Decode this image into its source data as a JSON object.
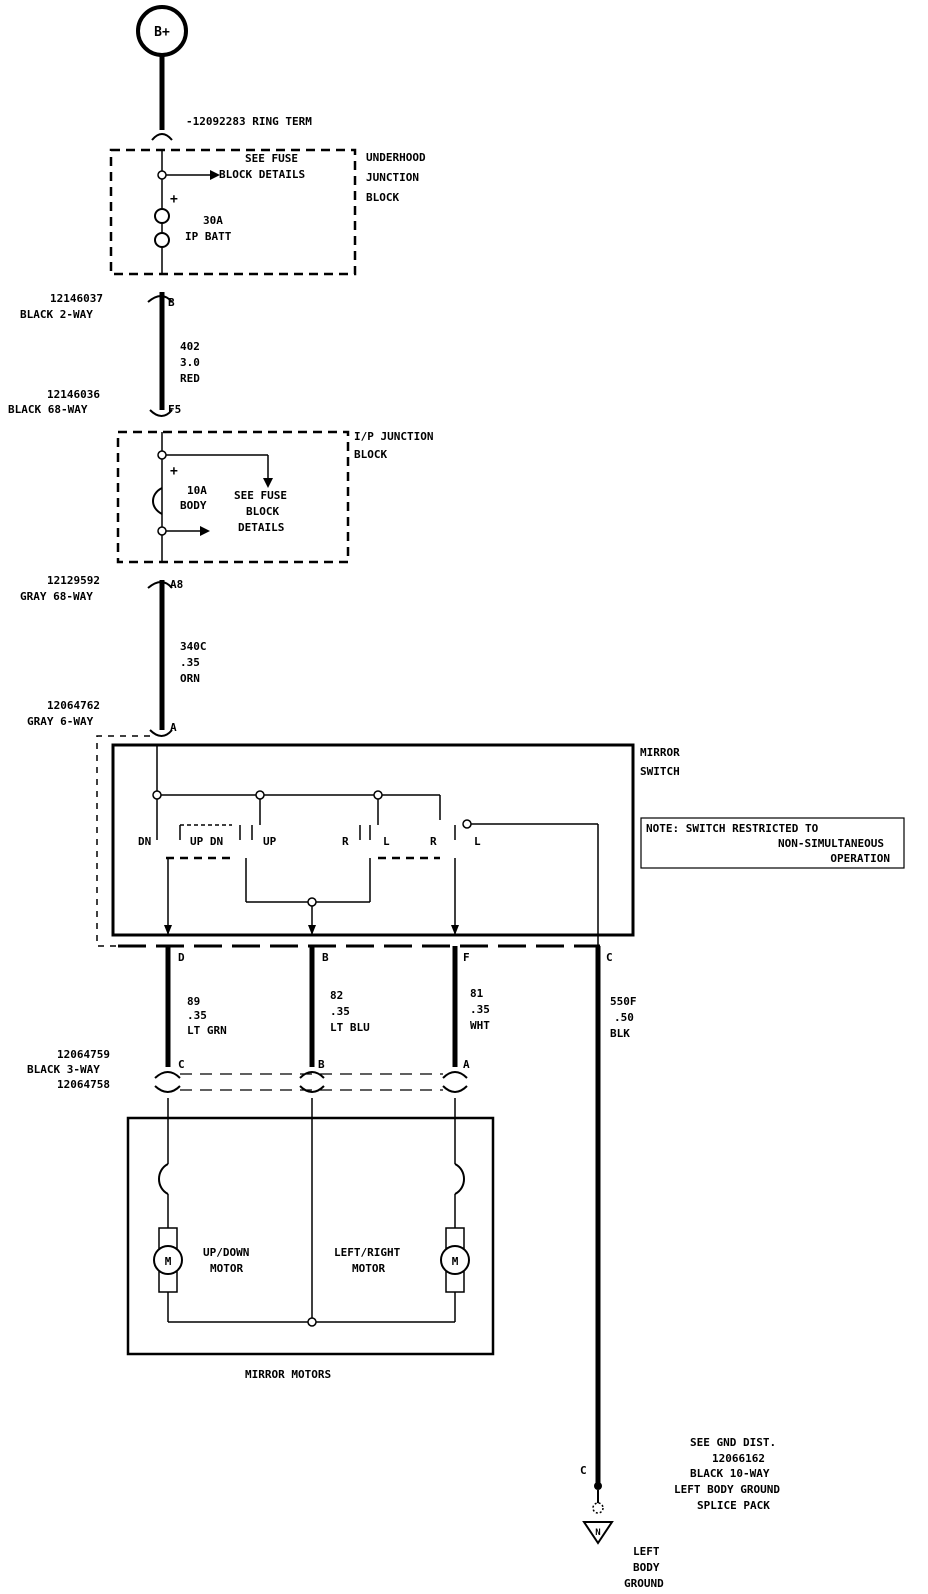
{
  "power": {
    "label": "B+"
  },
  "ring_term": "-12092283  RING TERM",
  "underhood_block": {
    "title": [
      "UNDERHOOD",
      "JUNCTION",
      "BLOCK"
    ],
    "see_fuse": [
      "SEE FUSE",
      "BLOCK DETAILS"
    ],
    "fuse": [
      "30A",
      "IP BATT"
    ]
  },
  "conn_b": {
    "part": "12146037",
    "desc": "BLACK 2-WAY",
    "pin": "B"
  },
  "wire_402": [
    "402",
    "3.0",
    "RED"
  ],
  "conn_f5": {
    "part": "12146036",
    "desc": "BLACK 68-WAY",
    "pin": "F5"
  },
  "ip_block": {
    "title": [
      "I/P JUNCTION",
      "BLOCK"
    ],
    "fuse": [
      "10A",
      "BODY"
    ],
    "see_fuse": [
      "SEE FUSE",
      "BLOCK",
      "DETAILS"
    ]
  },
  "conn_a8": {
    "part": "12129592",
    "desc": "GRAY 68-WAY",
    "pin": "A8"
  },
  "wire_340c": [
    "340C",
    ".35",
    "ORN"
  ],
  "conn_a": {
    "part": "12064762",
    "desc": "GRAY 6-WAY",
    "pin": "A"
  },
  "mirror_switch": {
    "title": [
      "MIRROR",
      "SWITCH"
    ],
    "labels": {
      "dn": "DN",
      "up_dn": "UP DN",
      "up": "UP",
      "r1": "R",
      "l1": "L",
      "r2": "R",
      "l2": "L"
    }
  },
  "note": [
    "NOTE: SWITCH RESTRICTED TO",
    "NON-SIMULTANEOUS",
    "OPERATION"
  ],
  "switch_pins": {
    "d": "D",
    "b": "B",
    "f": "F",
    "c": "C"
  },
  "wire_89": [
    "89",
    ".35",
    "LT GRN"
  ],
  "wire_82": [
    "82",
    ".35",
    "LT BLU"
  ],
  "wire_81": [
    "81",
    ".35",
    "WHT"
  ],
  "wire_550f": [
    "550F",
    ".50",
    "BLK"
  ],
  "conn_3way": {
    "part1": "12064759",
    "desc": "BLACK 3-WAY",
    "part2": "12064758",
    "pin_c": "C",
    "pin_b": "B",
    "pin_a": "A"
  },
  "motors": {
    "motor_symbol": "M",
    "updown": [
      "UP/DOWN",
      "MOTOR"
    ],
    "leftright": [
      "LEFT/RIGHT",
      "MOTOR"
    ],
    "caption": "MIRROR MOTORS"
  },
  "ground": {
    "pin": "C",
    "see": [
      "SEE GND DIST.",
      "12066162",
      "BLACK 10-WAY",
      "LEFT BODY GROUND",
      "SPLICE PACK"
    ],
    "symbol": "N",
    "label": [
      "LEFT",
      "BODY",
      "GROUND"
    ]
  }
}
